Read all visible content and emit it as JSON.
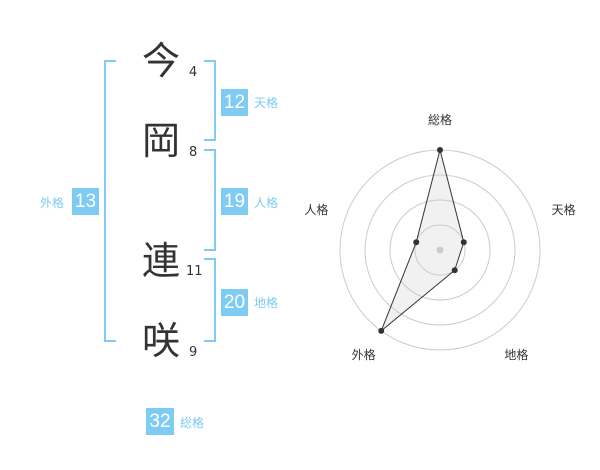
{
  "name_chars": [
    {
      "char": "今",
      "strokes": "4"
    },
    {
      "char": "岡",
      "strokes": "8"
    },
    {
      "char": "連",
      "strokes": "11"
    },
    {
      "char": "咲",
      "strokes": "9"
    }
  ],
  "fortunes": {
    "tenkaku": {
      "value": "12",
      "label": "天格"
    },
    "jinkaku": {
      "value": "19",
      "label": "人格"
    },
    "chikaku": {
      "value": "20",
      "label": "地格"
    },
    "gaikaku": {
      "value": "13",
      "label": "外格"
    },
    "soukaku": {
      "value": "32",
      "label": "総格"
    }
  },
  "radar": {
    "axes": [
      "総格",
      "天格",
      "地格",
      "外格",
      "人格"
    ],
    "values": [
      4,
      1,
      1,
      4,
      1
    ],
    "max": 4,
    "rings": 4
  },
  "colors": {
    "accent": "#7ecbf3",
    "text": "#333333",
    "grid": "#cccccc"
  }
}
